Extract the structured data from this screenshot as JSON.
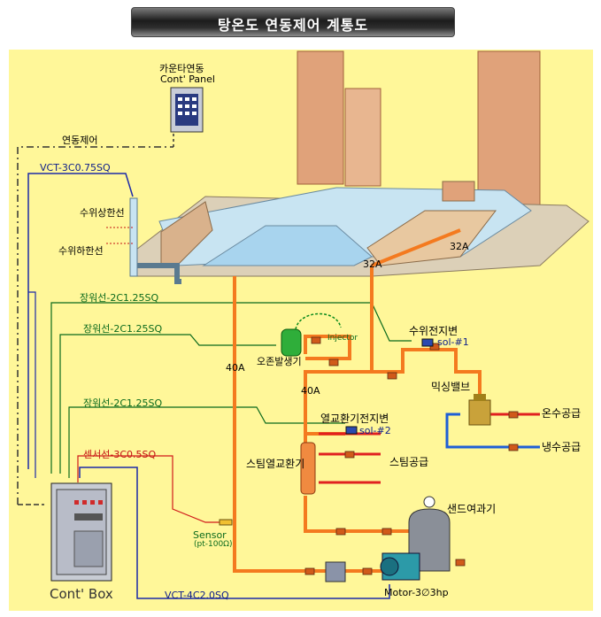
{
  "title": "탕온도 연동제어 계통도",
  "labels": {
    "panel_name": "카운타연동",
    "panel_sub": "Cont' Panel",
    "link_control": "연동제어",
    "vct_top": "VCT-3C0.75SQ",
    "water_upper": "수위상한선",
    "water_lower": "수위하한선",
    "pipe_32a_top": "32A",
    "pipe_32a_mid": "32A",
    "cable_1": "장워선-2C1.25SQ",
    "cable_2": "장워선-2C1.25SQ",
    "cable_3": "장워선-2C1.25SQ",
    "sensor_cable": "센서선-3C0.5SQ",
    "ozone": "오존발생기",
    "injector": "Injector",
    "pipe_40a_1": "40A",
    "pipe_40a_2": "40A",
    "level_valve": "수위전지변",
    "sol1": "sol-#1",
    "mixing_valve": "믹싱밸브",
    "hot_supply": "온수공급",
    "cold_supply": "냉수공급",
    "hx_valve": "열교환기전지변",
    "sol2": "sol-#2",
    "steam_hx": "스팀열교환기",
    "steam_supply": "스팀공급",
    "sand_filter": "샌드여과기",
    "sensor": "Sensor",
    "sensor_sub": "(pt-100Ω)",
    "cont_box": "Cont' Box",
    "vct_bottom": "VCT-4C2.0SQ",
    "motor": "Motor-3∅3hp"
  },
  "colors": {
    "background_yellow": "#fff799",
    "pipe_orange": "#f47a1f",
    "cable_blue": "#1c2aa8",
    "cable_green": "#0b6a1c",
    "cable_red": "#d01a1a",
    "hot_pipe": "#e02020",
    "cold_pipe": "#1f5fd6"
  }
}
